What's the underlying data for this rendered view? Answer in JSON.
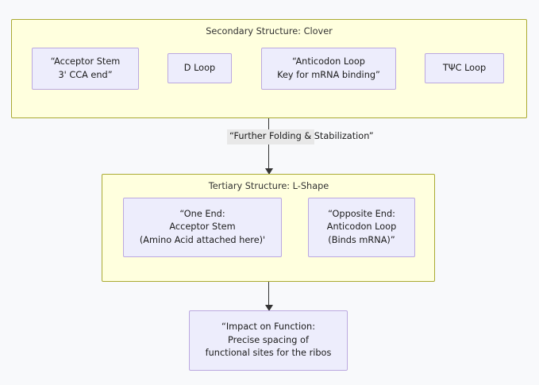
{
  "diagram": {
    "type": "flowchart",
    "direction": "top-to-bottom",
    "background_color": "#f8f9fb",
    "container_fill": "#ffffde",
    "container_border": "#aaaa33",
    "node_fill": "#ededfc",
    "node_border": "#bba8e0",
    "edge_color": "#333333",
    "edge_label_background": "#e8e8e8"
  },
  "subgraphs": {
    "secondary": {
      "title": "Secondary Structure: Clover",
      "nodes": {
        "acceptor_stem": {
          "line1": "“Acceptor Stem",
          "line2": "3' CCA end”"
        },
        "d_loop": {
          "line1": "D Loop"
        },
        "anticodon_loop": {
          "line1": "“Anticodon Loop",
          "line2": "Key for mRNA binding”"
        },
        "tpsic_loop": {
          "line1": "TΨC Loop"
        }
      }
    },
    "tertiary": {
      "title": "Tertiary Structure: L-Shape ",
      "nodes": {
        "one_end": {
          "line1": "“One End:",
          "line2": "Acceptor Stem",
          "line3": "(Amino Acid attached here)'"
        },
        "opposite_end": {
          "line1": "“Opposite End:",
          "line2": "Anticodon Loop",
          "line3": "(Binds mRNA)”"
        }
      }
    }
  },
  "nodes": {
    "impact": {
      "line1": "“Impact on Function:",
      "line2": "Precise spacing of",
      "line3": "functional sites for the ribos"
    }
  },
  "edges": {
    "secondary_to_tertiary": {
      "label_line1": "“Further Folding &",
      "label_line2": "Stabilization”"
    },
    "tertiary_to_impact": {
      "label": ""
    }
  }
}
